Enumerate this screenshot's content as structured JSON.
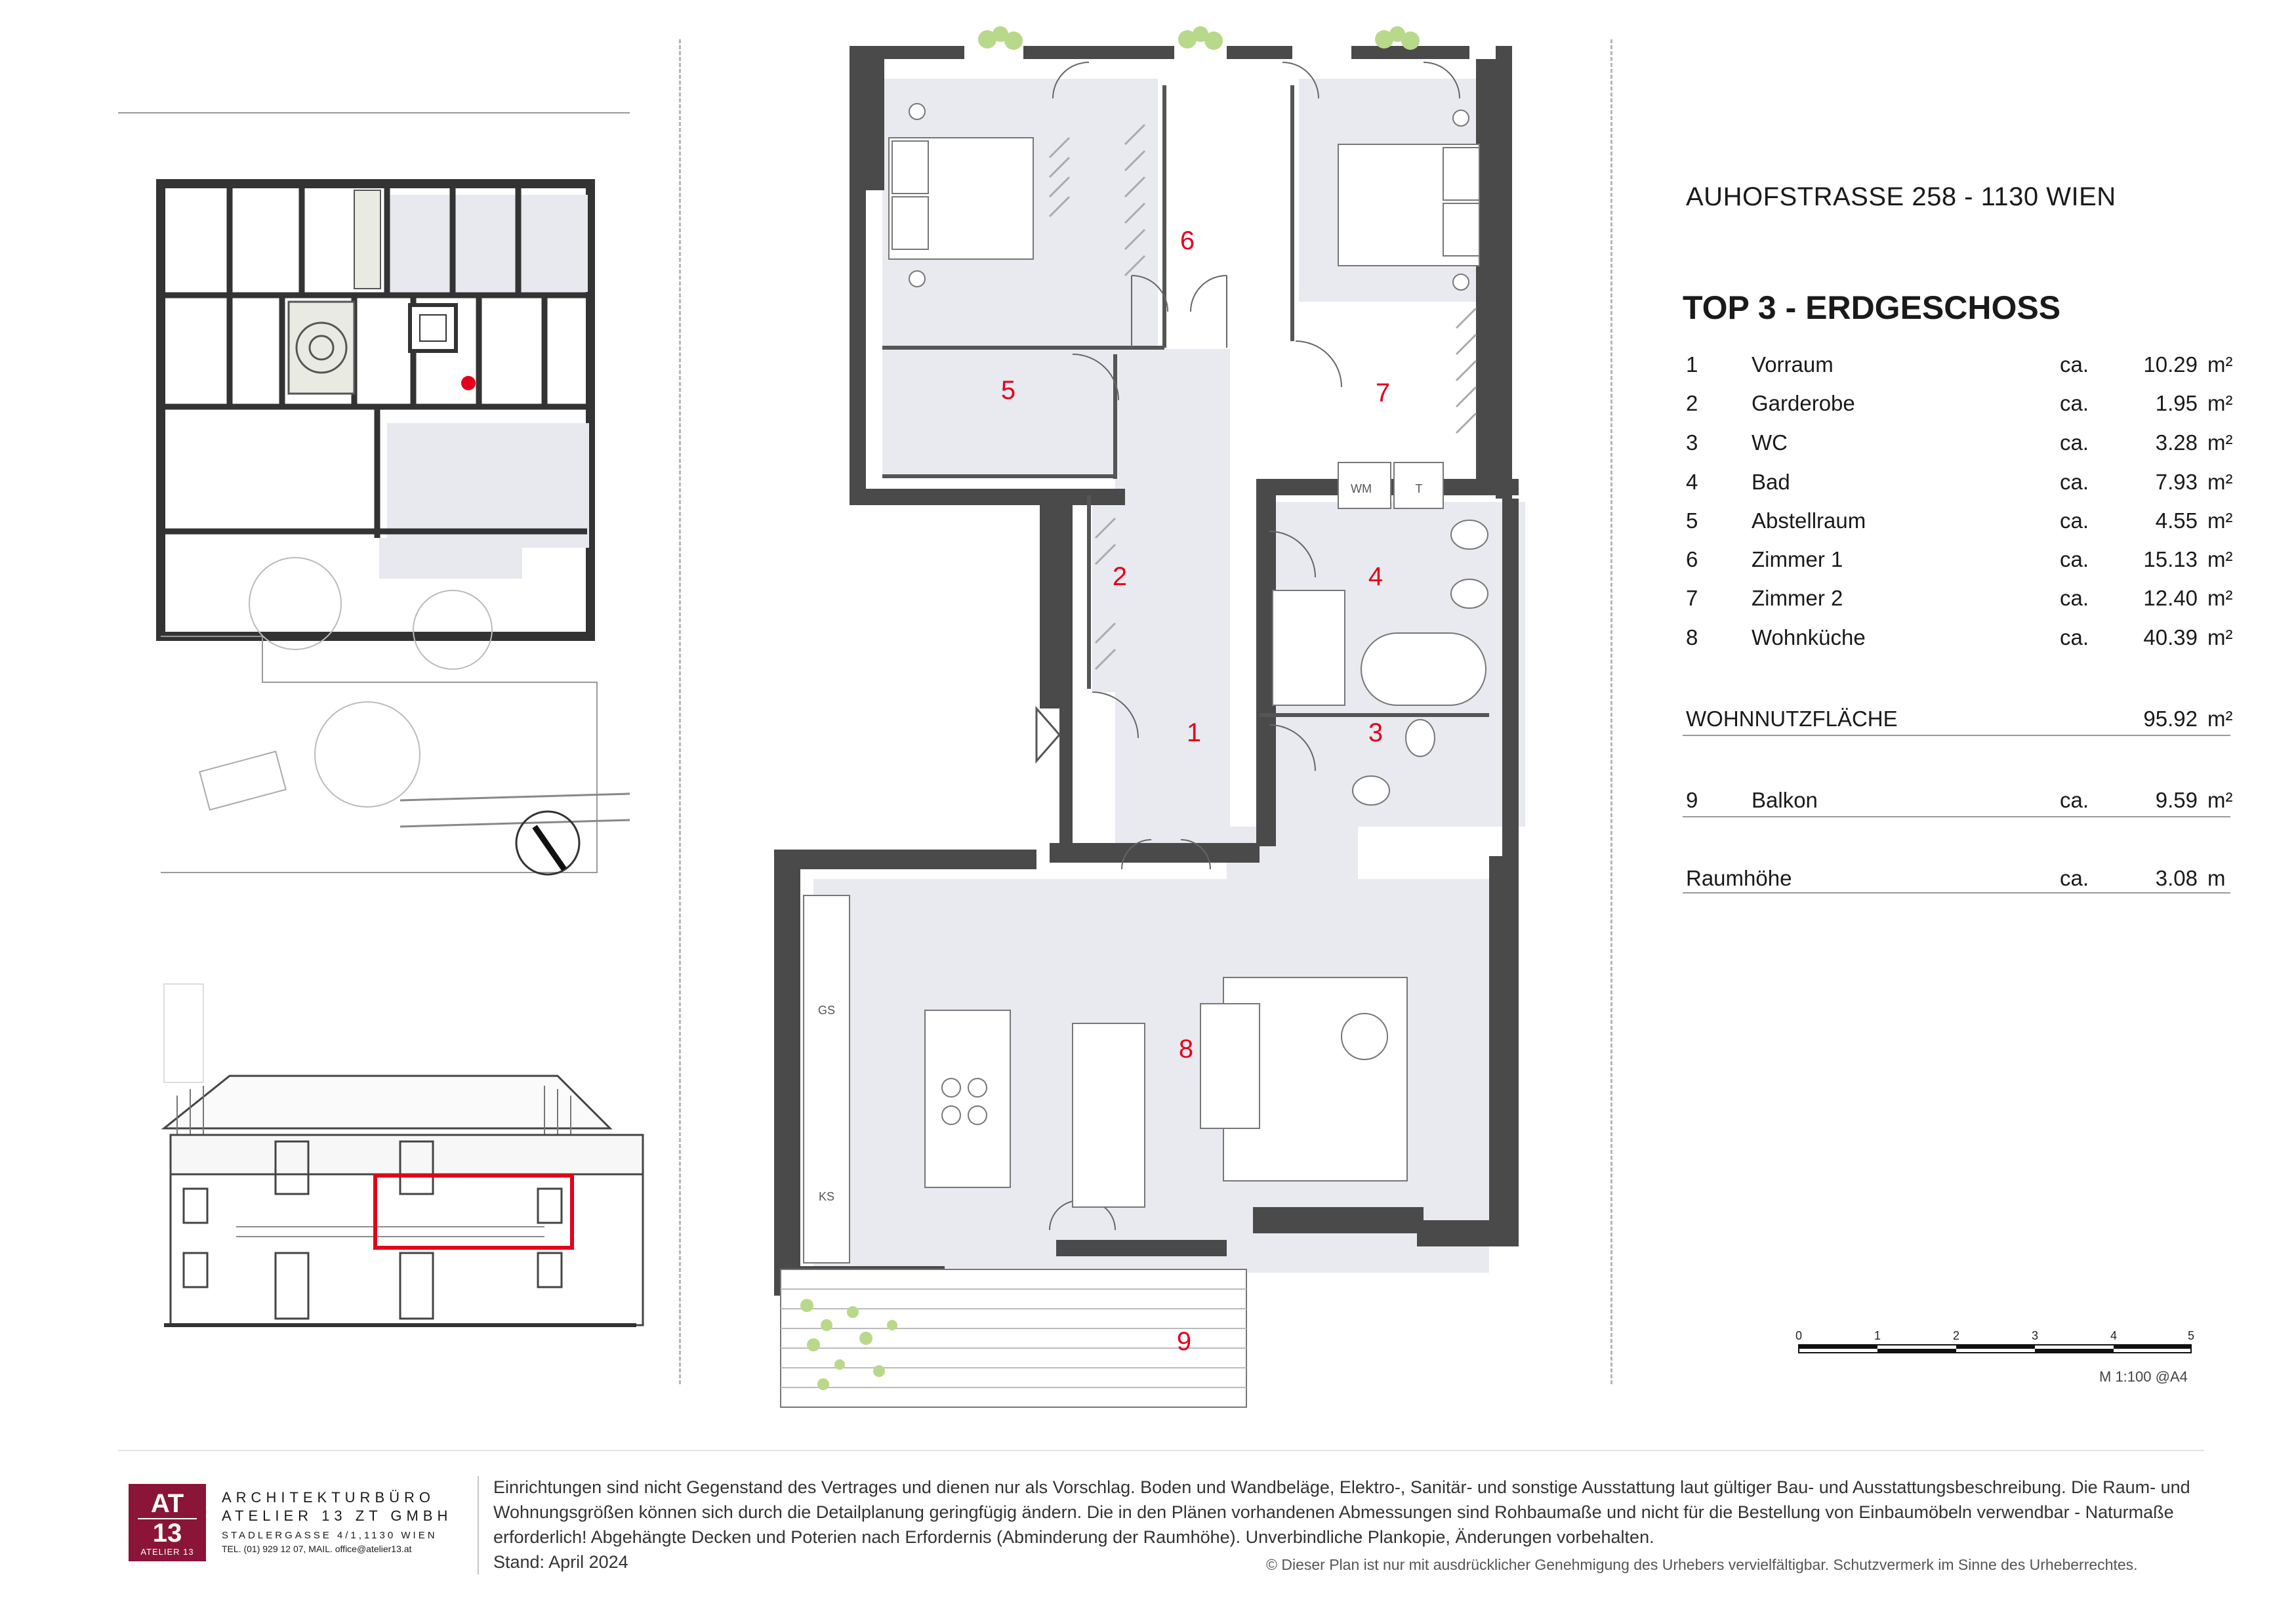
{
  "project": {
    "address": "AUHOFSTRASSE 258 - 1130 WIEN",
    "title": "TOP 3  - ERDGESCHOSS"
  },
  "rooms": [
    {
      "no": "1",
      "name": "Vorraum",
      "ca": "ca.",
      "area": "10.29",
      "unit": "m²"
    },
    {
      "no": "2",
      "name": "Garderobe",
      "ca": "ca.",
      "area": "1.95",
      "unit": "m²"
    },
    {
      "no": "3",
      "name": "WC",
      "ca": "ca.",
      "area": "3.28",
      "unit": "m²"
    },
    {
      "no": "4",
      "name": "Bad",
      "ca": "ca.",
      "area": "7.93",
      "unit": "m²"
    },
    {
      "no": "5",
      "name": "Abstellraum",
      "ca": "ca.",
      "area": "4.55",
      "unit": "m²"
    },
    {
      "no": "6",
      "name": "Zimmer 1",
      "ca": "ca.",
      "area": "15.13",
      "unit": "m²"
    },
    {
      "no": "7",
      "name": "Zimmer 2",
      "ca": "ca.",
      "area": "12.40",
      "unit": "m²"
    },
    {
      "no": "8",
      "name": "Wohnküche",
      "ca": "ca.",
      "area": "40.39",
      "unit": "m²"
    }
  ],
  "total": {
    "label": "WOHNNUTZFLÄCHE",
    "area": "95.92",
    "unit": "m²"
  },
  "balcony": {
    "no": "9",
    "name": "Balkon",
    "ca": "ca.",
    "area": "9.59",
    "unit": "m²"
  },
  "height": {
    "label": "Raumhöhe",
    "ca": "ca.",
    "value": "3.08",
    "unit": "m"
  },
  "plan": {
    "labels": [
      "1",
      "2",
      "3",
      "4",
      "5",
      "6",
      "7",
      "8",
      "9"
    ],
    "fixtures": {
      "wm": "WM",
      "t": "T",
      "gs": "GS",
      "ks": "KS"
    },
    "label_color": "#e3001b"
  },
  "scale": {
    "ticks": [
      "0",
      "1",
      "2",
      "3",
      "4",
      "5"
    ],
    "note": "M 1:100 @A4"
  },
  "footer": {
    "logo_top": "AT",
    "logo_num": "13",
    "logo_sub": "ATELIER 13",
    "logo_color": "#8a1538",
    "firm_line1": "ARCHITEKTURBÜRO",
    "firm_line2": "ATELIER 13 ZT GMBH",
    "firm_line3": "STADLERGASSE 4/1,1130 WIEN",
    "firm_line4": "TEL. (01) 929 12 07, MAIL. office@atelier13.at",
    "disclaimer": "Einrichtungen sind nicht Gegenstand des Vertrages und dienen nur als Vorschlag. Boden und Wandbeläge, Elektro-, Sanitär- und sonstige Ausstattung laut gültiger Bau- und Ausstattungsbeschreibung. Die Raum- und Wohnungsgrößen können sich durch die Detailplanung geringfügig ändern. Die in den Plänen vorhandenen Abmessungen sind Rohbaumaße und nicht für die Bestellung von Einbaumöbeln verwendbar - Naturmaße erforderlich! Abgehängte Decken und Poterien nach Erfordernis (Abminderung der Raumhöhe). Unverbindliche Plankopie, Änderungen vorbehalten.",
    "stand": "Stand:  April 2024",
    "copyright_symbol": "©",
    "copyright": "Dieser Plan ist nur mit ausdrücklicher Genehmigung des Urhebers vervielfältigbar. Schutzvermerk im Sinne des Urheberrechtes."
  }
}
